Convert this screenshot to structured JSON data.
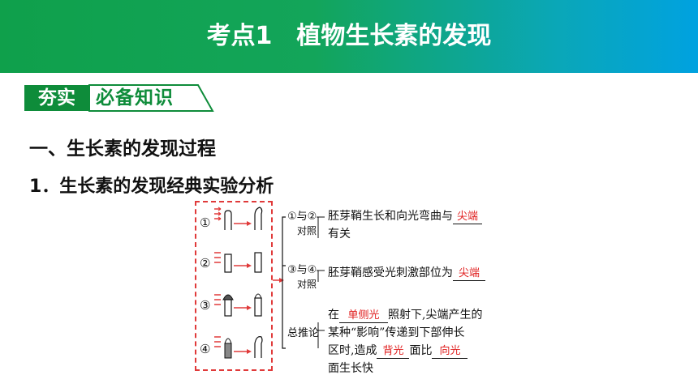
{
  "header": {
    "title": "考点1　植物生长素的发现"
  },
  "tag": {
    "left": "夯实",
    "right": "必备知识"
  },
  "section": {
    "heading": "一、生长素的发现过程",
    "subheading": "1．生长素的发现经典实验分析"
  },
  "figure": {
    "experiments": [
      "①",
      "②",
      "③",
      "④"
    ],
    "branch1": {
      "label": "①与②",
      "sub": "对照",
      "line1_pre": "胚芽鞘生长和向光弯曲与",
      "answer": "尖端",
      "line2": "有关"
    },
    "branch2": {
      "label": "③与④",
      "sub": "对照",
      "line1_pre": "胚芽鞘感受光刺激部位为",
      "answer": "尖端"
    },
    "branch3": {
      "label": "总推论",
      "line1_pre": "在",
      "answer1": "单侧光",
      "line1_post": "照射下,尖端产生的",
      "line2": "某种“影响”传递到下部伸长",
      "line3_pre": "区时,造成",
      "answer2": "背光",
      "line3_mid": "面比",
      "answer3": "向光",
      "line4": "面生长快"
    }
  },
  "colors": {
    "accent_green": "#0e8c3a",
    "answer_red": "#e02020",
    "header_start": "#0fa04b",
    "header_end": "#00a2e0"
  }
}
